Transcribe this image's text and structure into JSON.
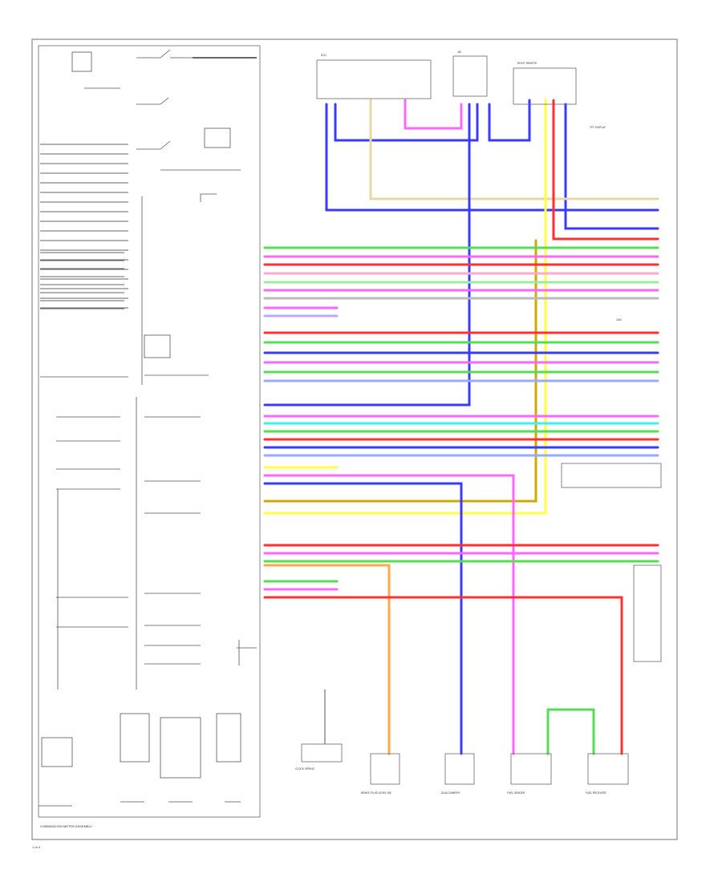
{
  "diagram": {
    "footer": {
      "caption": "COMBINATION METER ASSEMBLY",
      "page": "1 of 4"
    },
    "colors": {
      "blue": "#3a3aff",
      "red": "#ff3030",
      "green": "#55dd55",
      "pink": "#ff66ff",
      "yellow": "#ffff44",
      "cyan": "#44eeee",
      "orange": "#ffaa44",
      "violet": "#aa77ff",
      "lightblue": "#99aaff",
      "gray": "#999999"
    },
    "top_modules": [
      {
        "name": "top-module-left",
        "label": "ECU"
      },
      {
        "name": "top-module-center",
        "label": "J/B"
      },
      {
        "name": "top-module-right",
        "label": "RIGHT REMOTE"
      }
    ],
    "right_labels": [
      {
        "name": "label-tft-display",
        "text": "TFT DISPLAY"
      },
      {
        "name": "label-can",
        "text": "CAN"
      }
    ],
    "bottom_components": [
      {
        "name": "component-clock-spring",
        "text": "CLOCK SPRING"
      },
      {
        "name": "component-brake-fluid",
        "text": "BRAKE FLUID LEVEL SW"
      },
      {
        "name": "component-dual-damper",
        "text": "DUAL DAMPER"
      },
      {
        "name": "component-fuel-sender",
        "text": "FUEL SENDER"
      },
      {
        "name": "component-fuel-receiver",
        "text": "FUEL RECEIVER"
      }
    ]
  }
}
